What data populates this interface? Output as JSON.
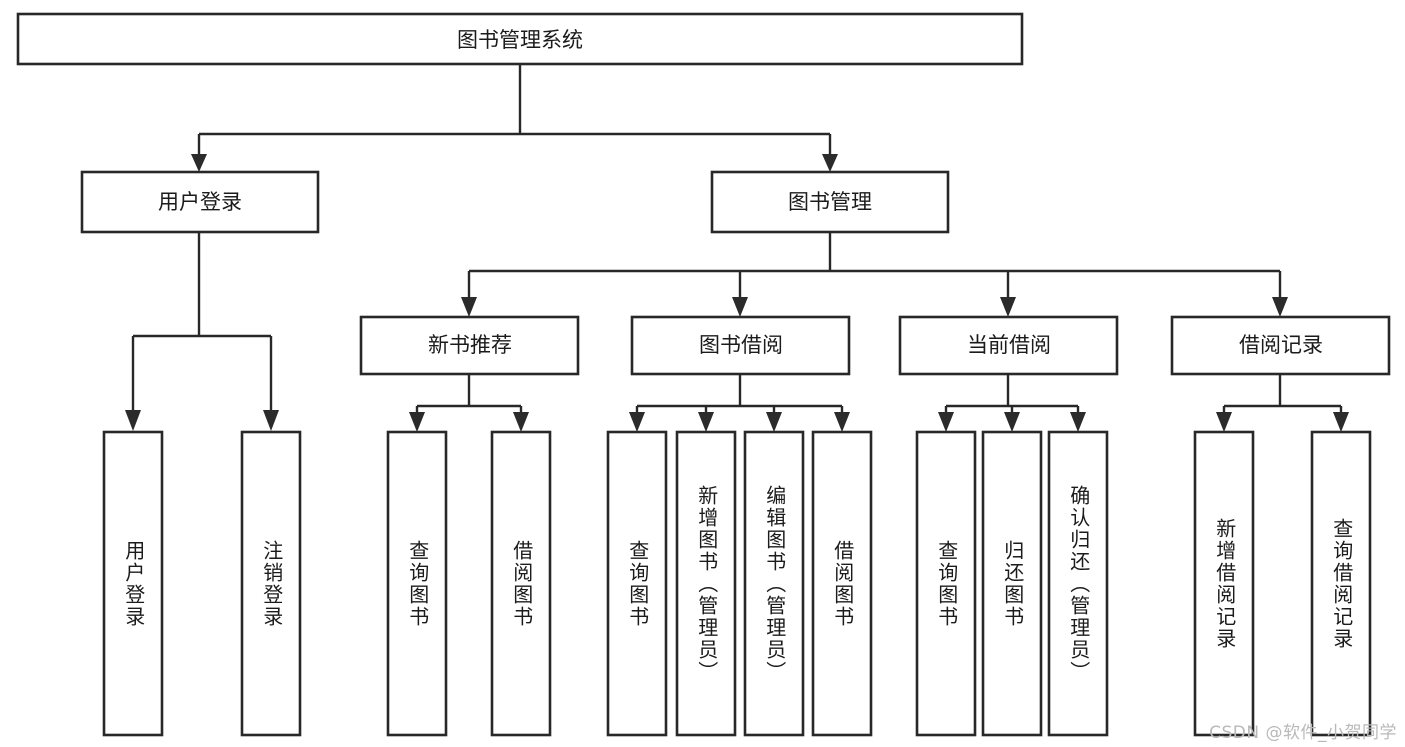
{
  "diagram": {
    "type": "tree-hierarchy",
    "title": "图书管理系统",
    "orientation": "top-down",
    "colors": {
      "node_stroke": "#282828",
      "node_fill": "#ffffff",
      "edge": "#282828",
      "text": "#1b1b1b",
      "watermark": "#b9b9b9",
      "background": "#ffffff"
    },
    "root": {
      "label": "图书管理系统"
    },
    "level2": [
      {
        "id": "user-login",
        "label": "用户登录"
      },
      {
        "id": "book-manage",
        "label": "图书管理"
      }
    ],
    "level3": [
      {
        "id": "new-book-recommend",
        "label": "新书推荐",
        "parent": "book-manage"
      },
      {
        "id": "book-borrow",
        "label": "图书借阅",
        "parent": "book-manage"
      },
      {
        "id": "current-borrow",
        "label": "当前借阅",
        "parent": "book-manage"
      },
      {
        "id": "borrow-record",
        "label": "借阅记录",
        "parent": "book-manage"
      }
    ],
    "leaves": {
      "user-login": [
        {
          "id": "leaf-user-login",
          "label": "用户登录"
        },
        {
          "id": "leaf-user-logout",
          "label": "注销登录"
        }
      ],
      "new-book-recommend": [
        {
          "id": "leaf-query-book-1",
          "label": "查询图书"
        },
        {
          "id": "leaf-borrow-book-1",
          "label": "借阅图书"
        }
      ],
      "book-borrow": [
        {
          "id": "leaf-query-book-2",
          "label": "查询图书"
        },
        {
          "id": "leaf-add-book",
          "label": "新增图书（管理员）"
        },
        {
          "id": "leaf-edit-book",
          "label": "编辑图书（管理员）"
        },
        {
          "id": "leaf-borrow-book-2",
          "label": "借阅图书"
        }
      ],
      "current-borrow": [
        {
          "id": "leaf-query-book-3",
          "label": "查询图书"
        },
        {
          "id": "leaf-return-book",
          "label": "归还图书"
        },
        {
          "id": "leaf-confirm-return",
          "label": "确认归还（管理员）"
        }
      ],
      "borrow-record": [
        {
          "id": "leaf-add-record",
          "label": "新增借阅记录"
        },
        {
          "id": "leaf-query-record",
          "label": "查询借阅记录"
        }
      ]
    }
  },
  "watermark": {
    "text": "CSDN @软件_小贺同学"
  }
}
